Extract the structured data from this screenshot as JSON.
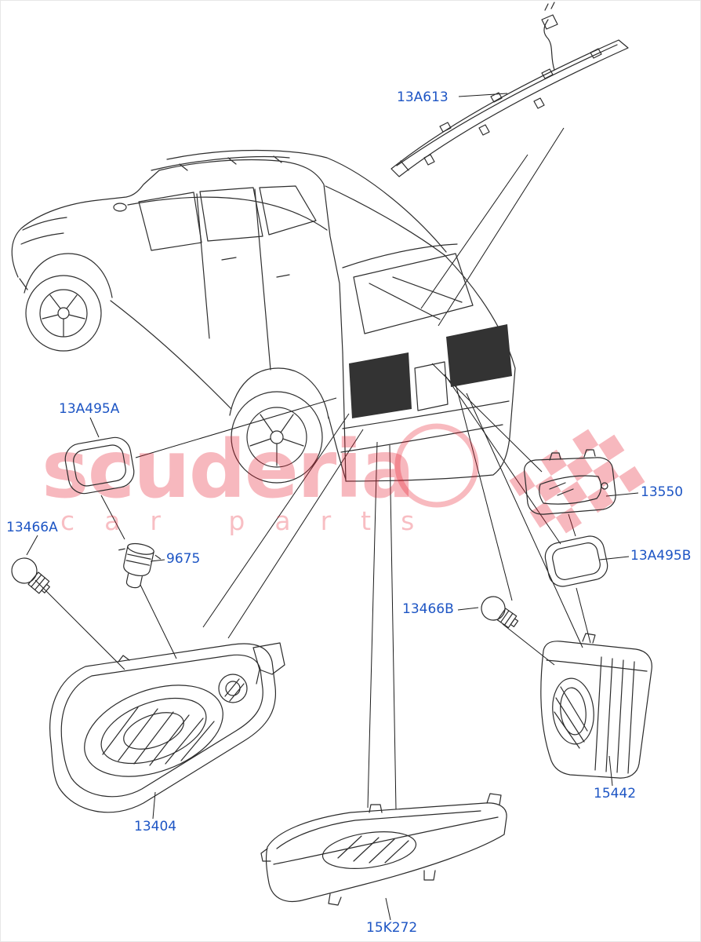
{
  "colors": {
    "part_label": "#1d55c4",
    "watermark": "#e8192c",
    "line_art": "#2e2e2e"
  },
  "watermark": {
    "brand": "scuderia",
    "tagline": "car parts"
  },
  "labels": [
    {
      "id": "13A613"
    },
    {
      "id": "13A495A"
    },
    {
      "id": "13466A"
    },
    {
      "id": "9675"
    },
    {
      "id": "13550"
    },
    {
      "id": "13A495B"
    },
    {
      "id": "13466B"
    },
    {
      "id": "15442"
    },
    {
      "id": "13404"
    },
    {
      "id": "15K272"
    }
  ]
}
